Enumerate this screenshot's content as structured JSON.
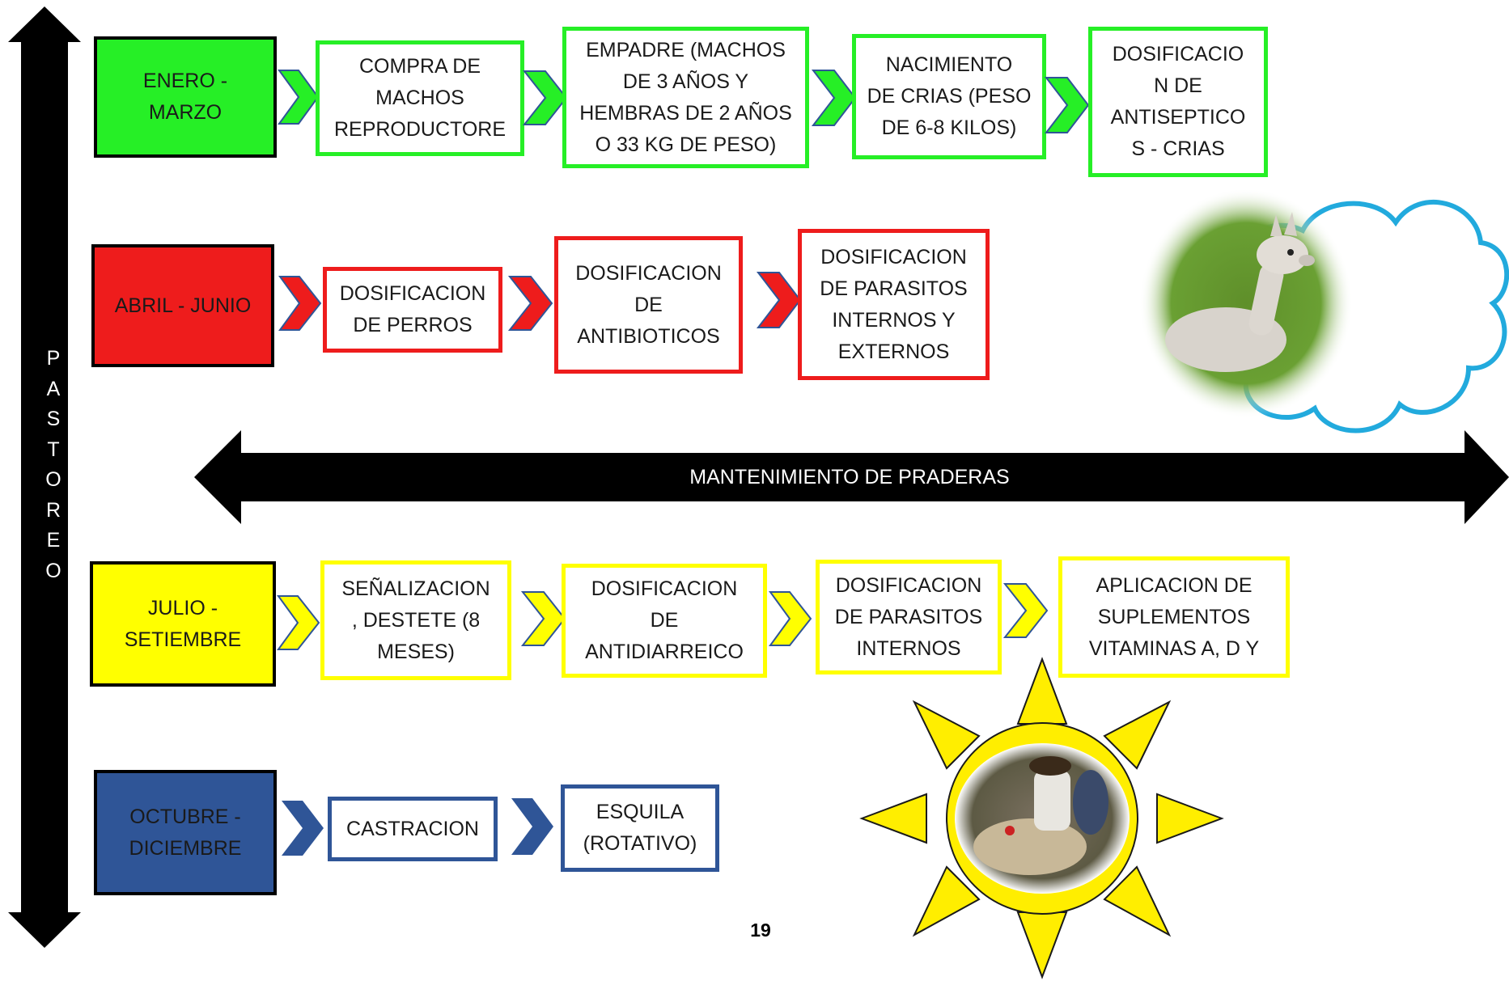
{
  "vertical_axis": {
    "letters": [
      "P",
      "A",
      "S",
      "T",
      "O",
      "R",
      "E",
      "O"
    ]
  },
  "band": {
    "label": "MANTENIMIENTO DE PRADERAS"
  },
  "page_number": "19",
  "colors": {
    "green": "#26ef26",
    "red": "#ee1c1c",
    "yellow": "#ffff00",
    "blue": "#2f5597",
    "cloud_outline": "#22aadd",
    "sun_ray": "#ffee00"
  },
  "rows": [
    {
      "color": "#26ef26",
      "period": "ENERO -\nMARZO",
      "steps": [
        "COMPRA DE\nMACHOS\nREPRODUCTORE",
        "EMPADRE (MACHOS\nDE 3 AÑOS Y\nHEMBRAS DE 2 AÑOS\nO 33 KG DE PESO)",
        "NACIMIENTO\nDE CRIAS (PESO\nDE 6-8 KILOS)",
        "DOSIFICACIO\nN DE\nANTISEPTICO\nS - CRIAS"
      ]
    },
    {
      "color": "#ee1c1c",
      "period": "ABRIL - JUNIO",
      "steps": [
        "DOSIFICACION\nDE PERROS",
        "DOSIFICACION\nDE\nANTIBIOTICOS",
        "DOSIFICACION\nDE PARASITOS\nINTERNOS Y\nEXTERNOS"
      ]
    },
    {
      "color": "#ffff00",
      "period": "JULIO -\nSETIEMBRE",
      "steps": [
        "SEÑALIZACION\n, DESTETE (8\nMESES)",
        "DOSIFICACION\nDE\nANTIDIARREICO",
        "DOSIFICACION\nDE PARASITOS\nINTERNOS",
        "APLICACION DE\nSUPLEMENTOS\nVITAMINAS A, D Y"
      ]
    },
    {
      "color": "#2f5597",
      "period": "OCTUBRE -\nDICIEMBRE",
      "steps": [
        "CASTRACION",
        "ESQUILA\n(ROTATIVO)"
      ]
    }
  ],
  "images": {
    "alpaca_photo": "alpaca-cria-photo",
    "shearing_photo": "shearing-photo"
  }
}
